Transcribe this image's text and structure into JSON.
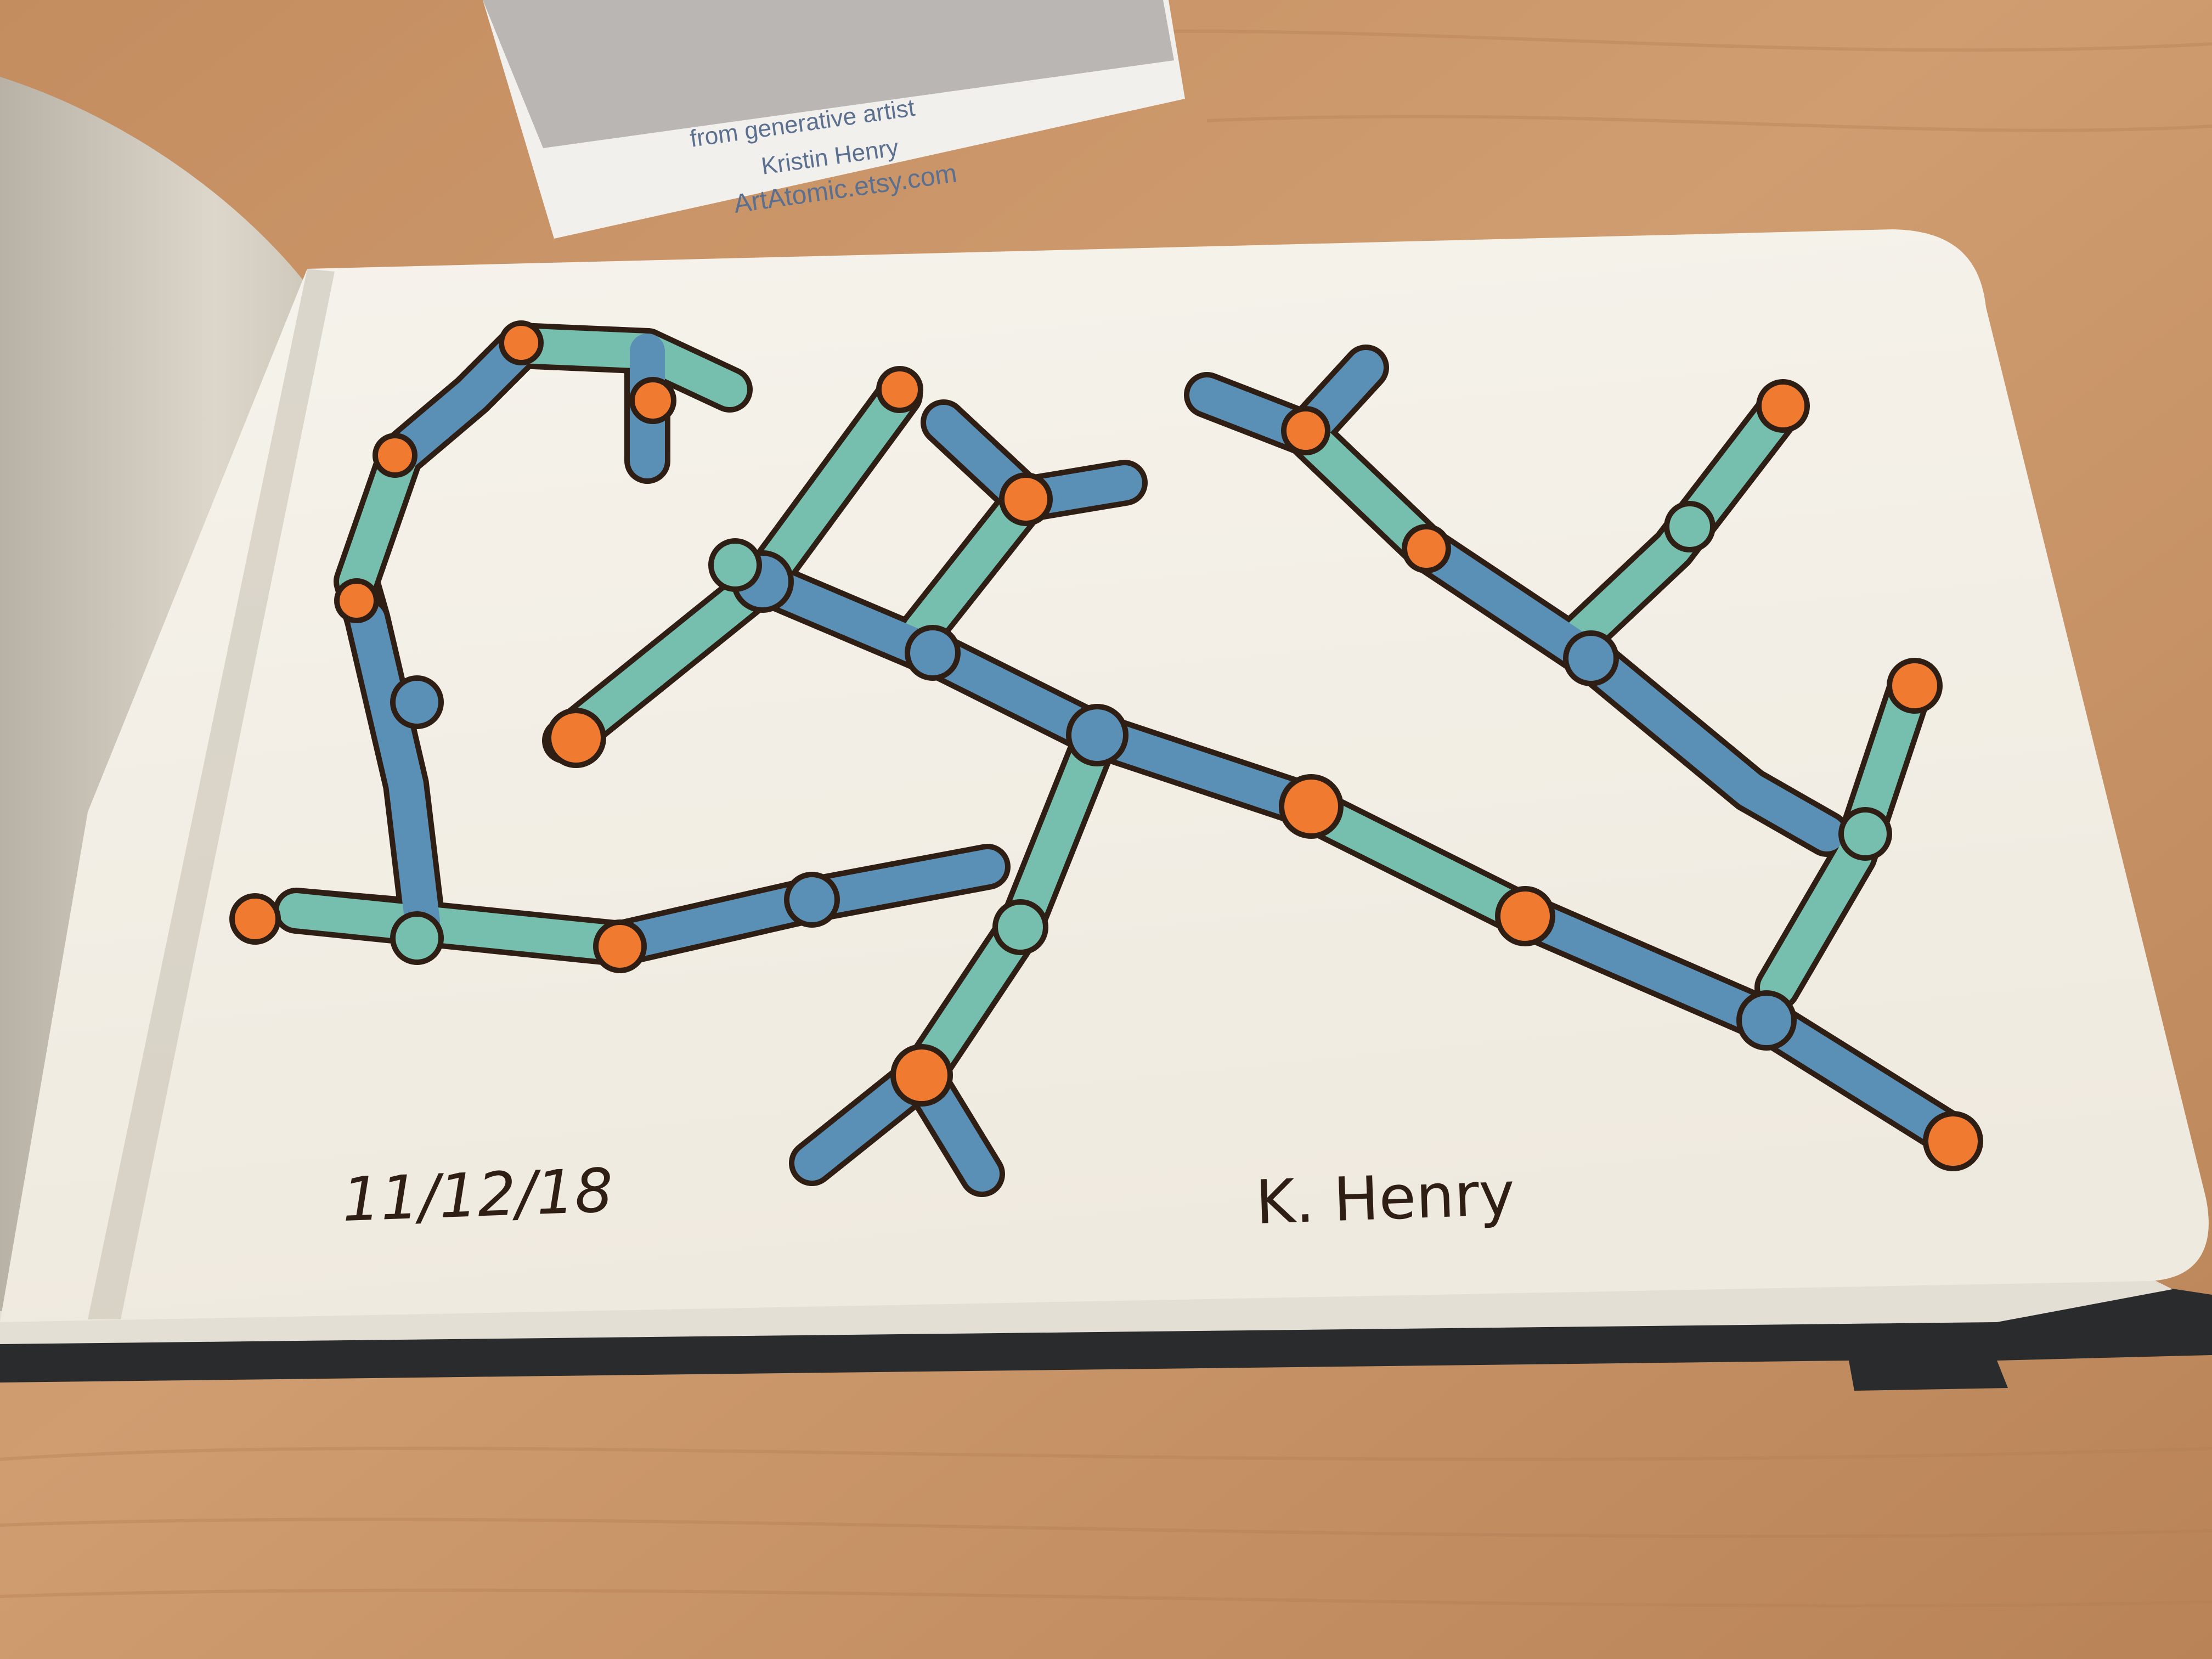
{
  "business_card": {
    "line1": "from generative artist",
    "line2": "Kristin Henry",
    "line3": "ArtAtomic.etsy.com"
  },
  "sketch": {
    "date": "11/12/18",
    "signature": "K. Henry"
  },
  "colors": {
    "table": "#c9966a",
    "paper": "#f3efe6",
    "ink": "#2e1e14",
    "teal": "#76bfae",
    "blue": "#5b90b6",
    "orange": "#f07a30",
    "cover": "#2a2b2d"
  },
  "drawing_description": {
    "subject_icon": "network-of-molecule-like-chains",
    "node_color": "orange",
    "chain_colors": [
      "teal",
      "blue"
    ]
  }
}
